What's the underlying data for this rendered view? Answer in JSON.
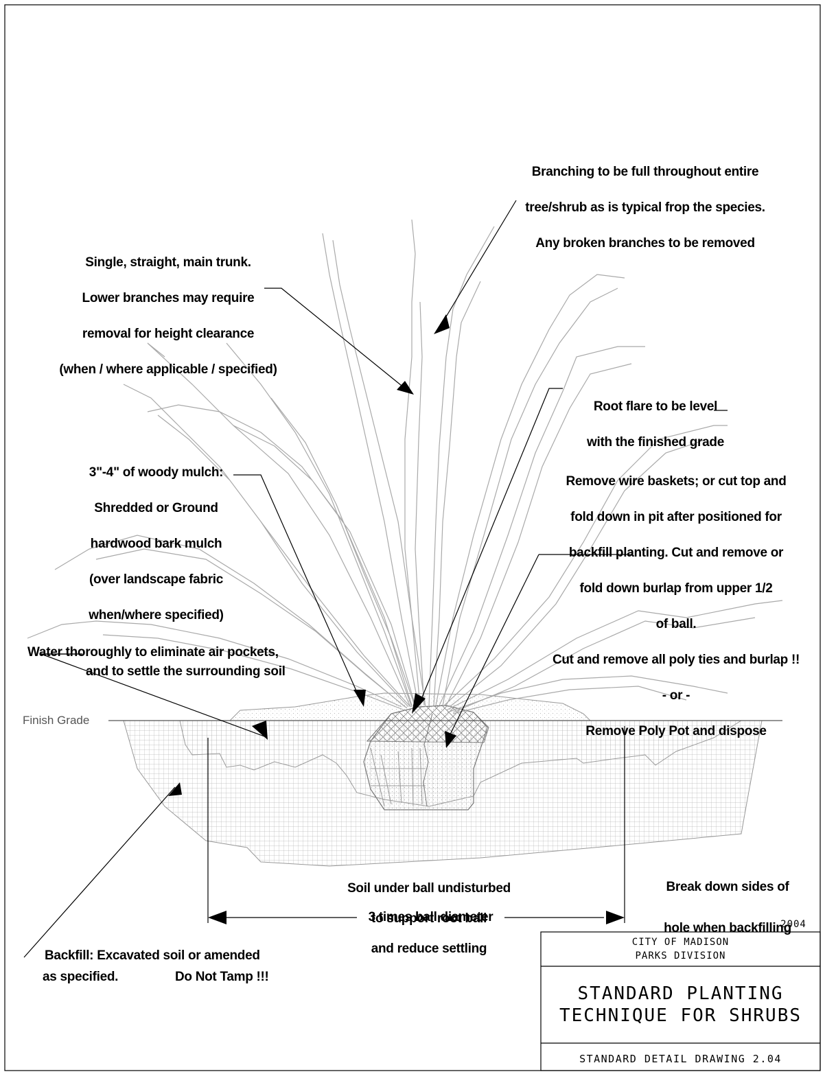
{
  "labels": {
    "branching": [
      "Branching to be full throughout entire",
      "tree/shrub as is typical frop the species.",
      "Any broken branches to be removed"
    ],
    "trunk": [
      "Single, straight, main trunk.",
      "Lower branches may require",
      "removal for height clearance",
      "(when / where applicable / specified)"
    ],
    "root_flare": [
      "Root flare to be level",
      "with the finished grade"
    ],
    "mulch": [
      "3\"-4\" of woody mulch:",
      "Shredded or Ground",
      "hardwood bark mulch",
      "(over landscape fabric",
      "when/where specified)"
    ],
    "baskets": [
      "Remove wire baskets; or cut top and",
      "fold down in pit after positioned for",
      "backfill planting.  Cut and remove or",
      "fold down burlap from upper 1/2",
      "of ball.",
      "Cut and remove all poly ties and burlap !!",
      "- or -",
      "Remove Poly Pot and dispose"
    ],
    "water": [
      "Water thoroughly to eliminate air pockets,",
      "and to settle the surrounding soil"
    ],
    "finish_grade": "Finish Grade",
    "soil_under": [
      "Soil under ball undisturbed",
      "to support root ball",
      "and reduce settling"
    ],
    "three_times": "3 times ball diameter",
    "break_down": [
      "Break down sides of",
      "hole when backfilling"
    ],
    "backfill_1": "Backfill: Excavated soil or amended",
    "backfill_2a": "as specified.",
    "backfill_2b": "Do Not Tamp !!!"
  },
  "title_block": {
    "year": "2004",
    "agency_1": "CITY OF MADISON",
    "agency_2": "PARKS DIVISION",
    "title_1": "STANDARD PLANTING",
    "title_2": "TECHNIQUE FOR SHRUBS",
    "detail": "STANDARD DETAIL DRAWING 2.04"
  }
}
